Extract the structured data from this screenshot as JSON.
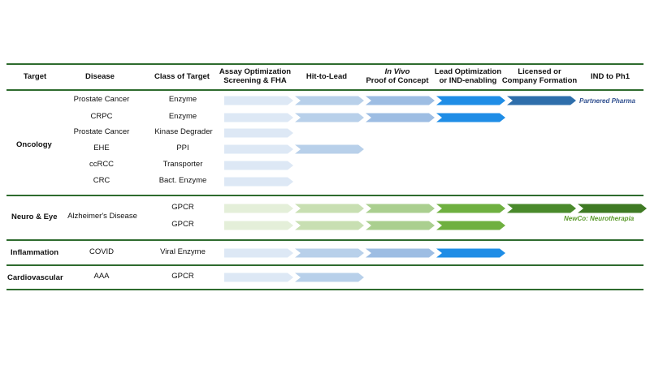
{
  "header": {
    "target": "Target",
    "disease": "Disease",
    "class_of_target": "Class of Target",
    "stages": [
      {
        "line1": "Assay Optimization",
        "line2": "Screening & FHA",
        "line1_italic": false
      },
      {
        "line1": "Hit-to-Lead",
        "line2": "",
        "line1_italic": false
      },
      {
        "line1": "In Vivo",
        "line2": "Proof of Concept",
        "line1_italic": true
      },
      {
        "line1": "Lead Optimization",
        "line2": "or IND-enabling",
        "line1_italic": false
      },
      {
        "line1": "Licensed or",
        "line2": "Company Formation",
        "line1_italic": false
      },
      {
        "line1": "IND to Ph1",
        "line2": "",
        "line1_italic": false
      }
    ]
  },
  "areas": [
    {
      "name": "Oncology",
      "rows": [
        {
          "disease": "Prostate Cancer",
          "class": "Enzyme",
          "stages_reached": 5
        },
        {
          "disease": "CRPC",
          "class": "Enzyme",
          "stages_reached": 4
        },
        {
          "disease": "Prostate Cancer",
          "class": "Kinase Degrader",
          "stages_reached": 1
        },
        {
          "disease": "EHE",
          "class": "PPI",
          "stages_reached": 2
        },
        {
          "disease": "ccRCC",
          "class": "Transporter",
          "stages_reached": 1
        },
        {
          "disease": "CRC",
          "class": "Bact. Enzyme",
          "stages_reached": 1
        }
      ]
    },
    {
      "name": "Neuro & Eye",
      "disease_shared": "Alzheimer's Disease",
      "rows": [
        {
          "disease": "",
          "class": "GPCR",
          "stages_reached": 6
        },
        {
          "disease": "",
          "class": "GPCR",
          "stages_reached": 4
        }
      ]
    },
    {
      "name": "Inflammation",
      "rows": [
        {
          "disease": "COVID",
          "class": "Viral Enzyme",
          "stages_reached": 4
        }
      ]
    },
    {
      "name": "Cardiovascular",
      "rows": [
        {
          "disease": "AAA",
          "class": "GPCR",
          "stages_reached": 2
        }
      ]
    }
  ],
  "notes": {
    "oncology": "Partnered Pharma",
    "neuro": "NewCo: Neurotherapia"
  },
  "colors": {
    "rule": "#2e6b2e",
    "note_blue": "#2f4f8f",
    "note_green": "#5a9a2a",
    "blue_stages": [
      "#dde8f5",
      "#b8d0ea",
      "#9dbde3",
      "#1f8de6",
      "#2e6eab"
    ],
    "green_stages": [
      "#e4efd9",
      "#c8dfb2",
      "#aacf8f",
      "#6fb040",
      "#4a8a2c",
      "#3f7a24"
    ]
  }
}
